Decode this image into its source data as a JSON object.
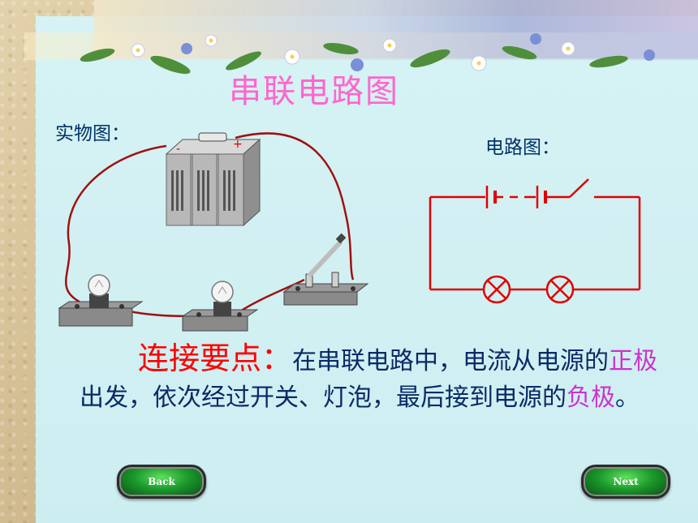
{
  "slide": {
    "title": "串联电路图",
    "physical_label": "实物图：",
    "schematic_label": "电路图：",
    "key_point_label": "连接要点：",
    "text_1": "在串联电路中，电流从电源的",
    "text_pos": "正极",
    "text_2": "出发，依次经过开关、灯泡，最后接到电源的",
    "text_neg": "负极",
    "text_3": "。"
  },
  "battery": {
    "plus": "+",
    "minus": "-"
  },
  "nav": {
    "back_label": "Back",
    "next_label": "Next"
  },
  "colors": {
    "title": "#ff66cc",
    "key_point": "#ff0000",
    "highlight": "#cc33cc",
    "circuit": "#e00000",
    "wire": "#a01010"
  }
}
